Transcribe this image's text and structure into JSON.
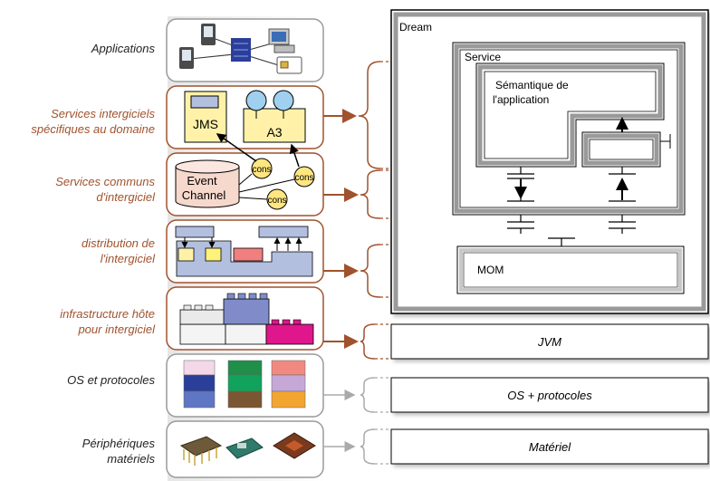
{
  "colors": {
    "accent_brown": "#a0522d",
    "gray_frame": "#8a8a8a",
    "jms_yellow": "#fff2a8",
    "cons_yellow": "#ffe680",
    "event_pink": "#f6d8cc",
    "blue_circle": "#9fd0ef",
    "lego_pink": "#e0168c",
    "lego_blue": "#7f8cc9"
  },
  "layers": [
    {
      "label_lines": [
        "Applications"
      ],
      "color": "black"
    },
    {
      "label_lines": [
        "Services intergiciels",
        "spécifiques au domaine"
      ],
      "color": "brown"
    },
    {
      "label_lines": [
        "Services communs",
        "d'intergiciel"
      ],
      "color": "brown"
    },
    {
      "label_lines": [
        "distribution de",
        "l'intergiciel"
      ],
      "color": "brown"
    },
    {
      "label_lines": [
        "infrastructure hôte",
        "pour intergiciel"
      ],
      "color": "brown"
    },
    {
      "label_lines": [
        "OS et protocoles"
      ],
      "color": "black"
    },
    {
      "label_lines": [
        "Périphériques",
        "matériels"
      ],
      "color": "black"
    }
  ],
  "icons": {
    "jms": "JMS",
    "a3": "A3",
    "event_channel_lines": [
      "Event",
      "Channel"
    ],
    "cons": "cons"
  },
  "dream": {
    "title": "Dream",
    "service": "Service",
    "semantique_lines": [
      "Sémantique de",
      "l'application"
    ],
    "mom": "MOM"
  },
  "bottom_boxes": {
    "jvm": "JVM",
    "os": "OS + protocoles",
    "materiel": "Matériel"
  }
}
